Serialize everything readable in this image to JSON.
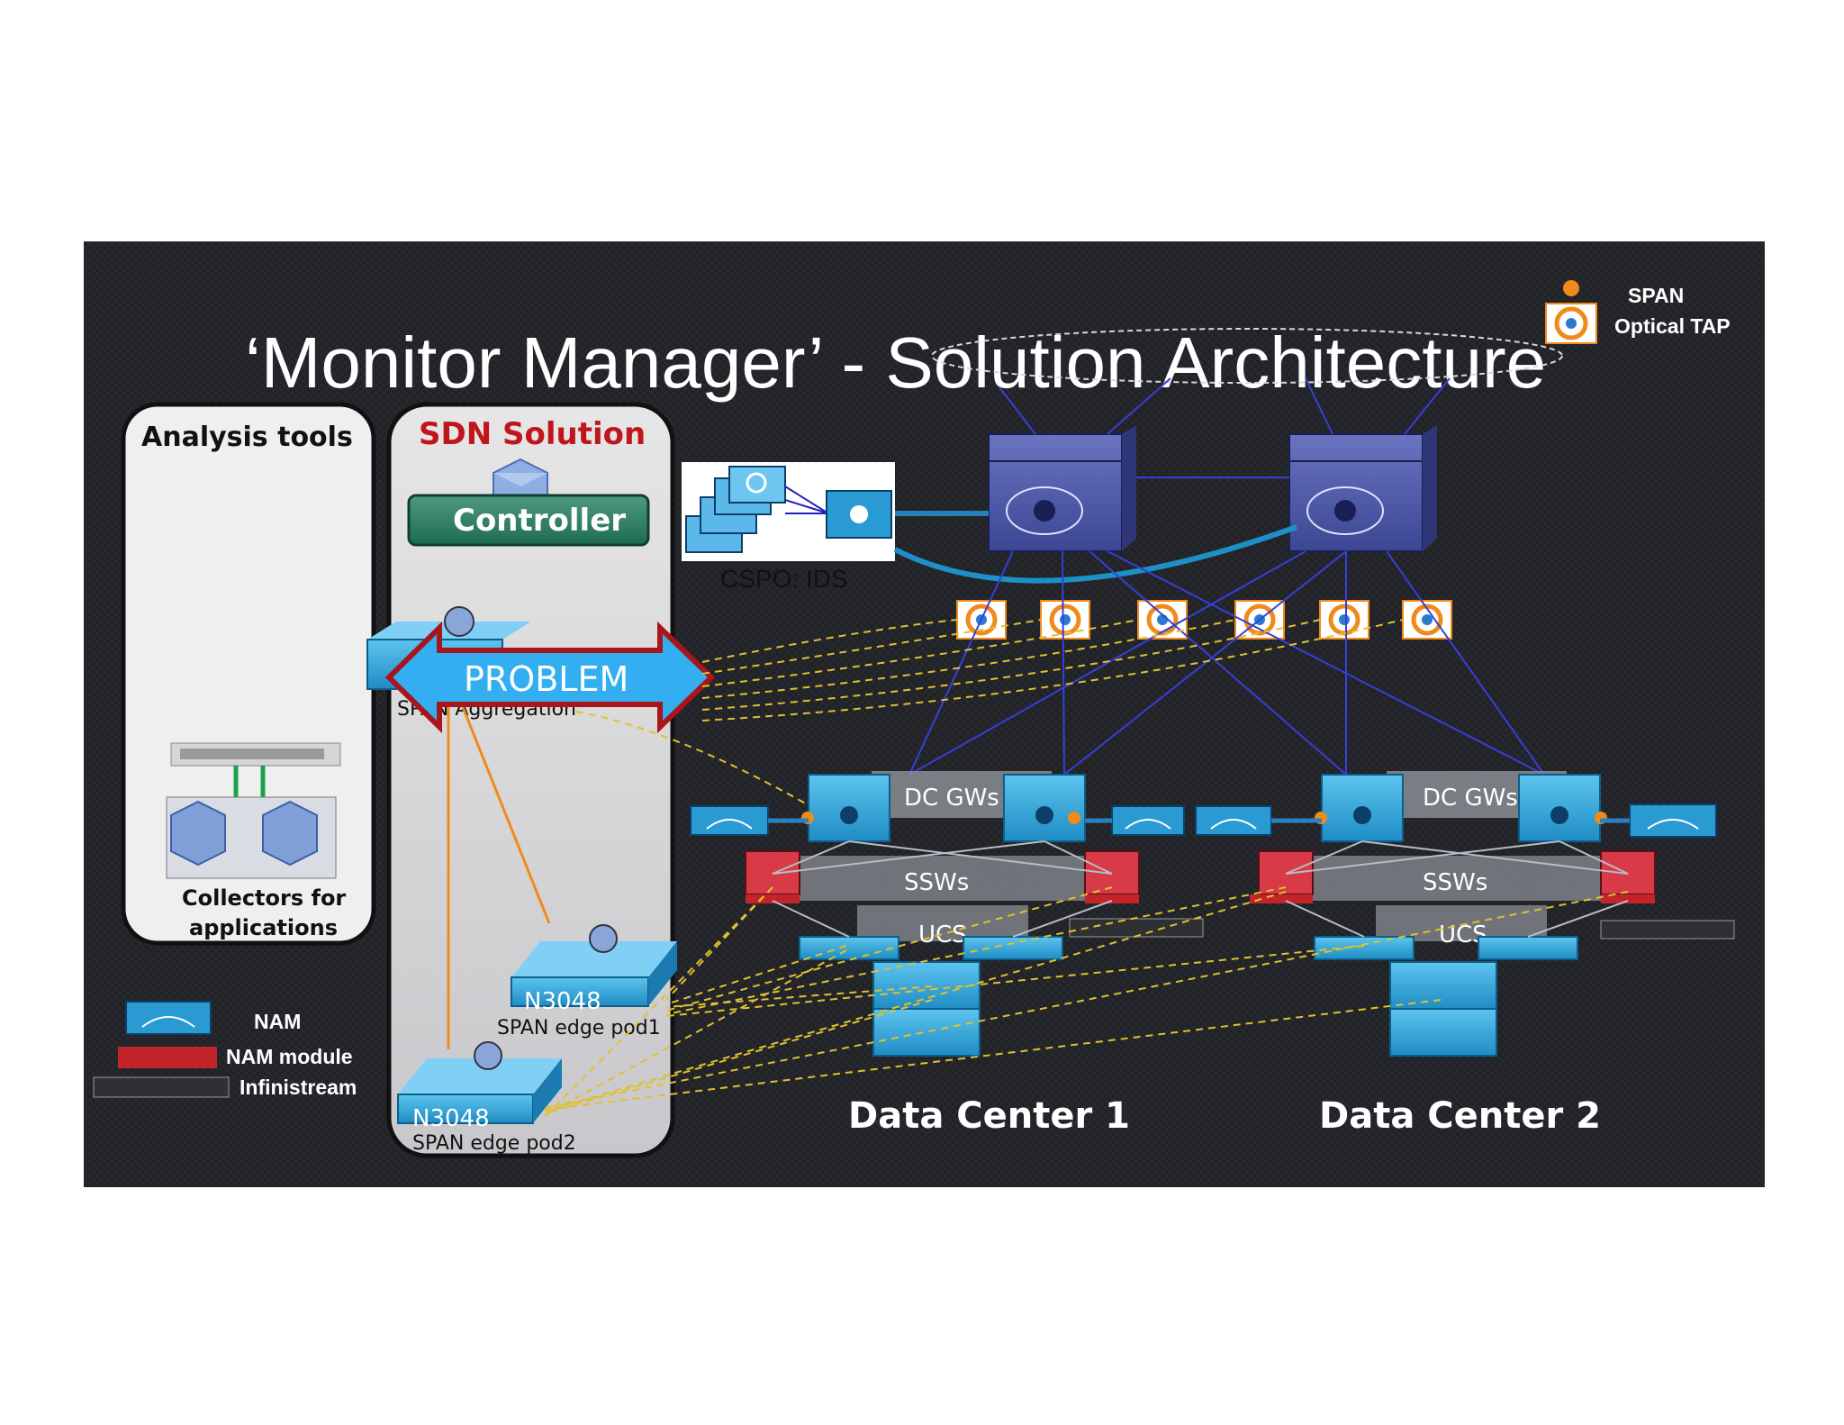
{
  "title": "‘Monitor Manager’ - Solution Architecture",
  "legend_top": {
    "span": "SPAN",
    "optical_tap": "Optical TAP"
  },
  "analysis_panel": {
    "title": "Analysis tools",
    "collectors_line1": "Collectors for",
    "collectors_line2": "applications"
  },
  "sdn_panel": {
    "title": "SDN Solution",
    "controller": "Controller",
    "span_aggregation": "SPAN Aggregation",
    "problem": "PROBLEM",
    "edge1_model": "N3048",
    "edge1_label": "SPAN edge pod1",
    "edge2_model": "N3048",
    "edge2_label": "SPAN edge pod2"
  },
  "ids_box": {
    "label": "CSPO: IDS"
  },
  "dc1": {
    "title": "Data Center 1",
    "gws": "DC GWs",
    "ssws": "SSWs",
    "ucs": "UCS"
  },
  "dc2": {
    "title": "Data Center 2",
    "gws": "DC GWs",
    "ssws": "SSWs",
    "ucs": "UCS"
  },
  "legend_bottom": {
    "nam": "NAM",
    "nam_module": "NAM module",
    "infinistream": "Infinistream"
  },
  "colors": {
    "background": "#24252a",
    "switch_blue": "#2a9bd2",
    "core_purple": "#4a56a6",
    "nam_red": "#c3242a",
    "tap_orange": "#f08a1c",
    "link_blue": "#3440d8",
    "span_yellow": "#e0c030"
  }
}
